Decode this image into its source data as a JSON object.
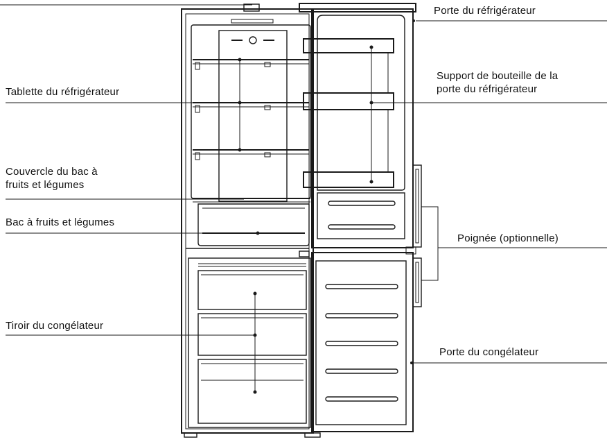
{
  "labels": {
    "top_left": "",
    "refrigerator_door": "Porte du réfrigérateur",
    "refrigerator_shelf": "Tablette du réfrigérateur",
    "bottle_holder": "Support de bouteille de la\nporte du réfrigérateur",
    "crisper_cover": "Couvercle du bac à\nfruits et légumes",
    "crisper": "Bac à fruits et légumes",
    "handle": "Poignée (optionnelle)",
    "freezer_drawer": "Tiroir du congélateur",
    "freezer_door": "Porte du congélateur"
  },
  "colors": {
    "line": "#1a1a1a",
    "text": "#111111",
    "background": "#ffffff"
  }
}
